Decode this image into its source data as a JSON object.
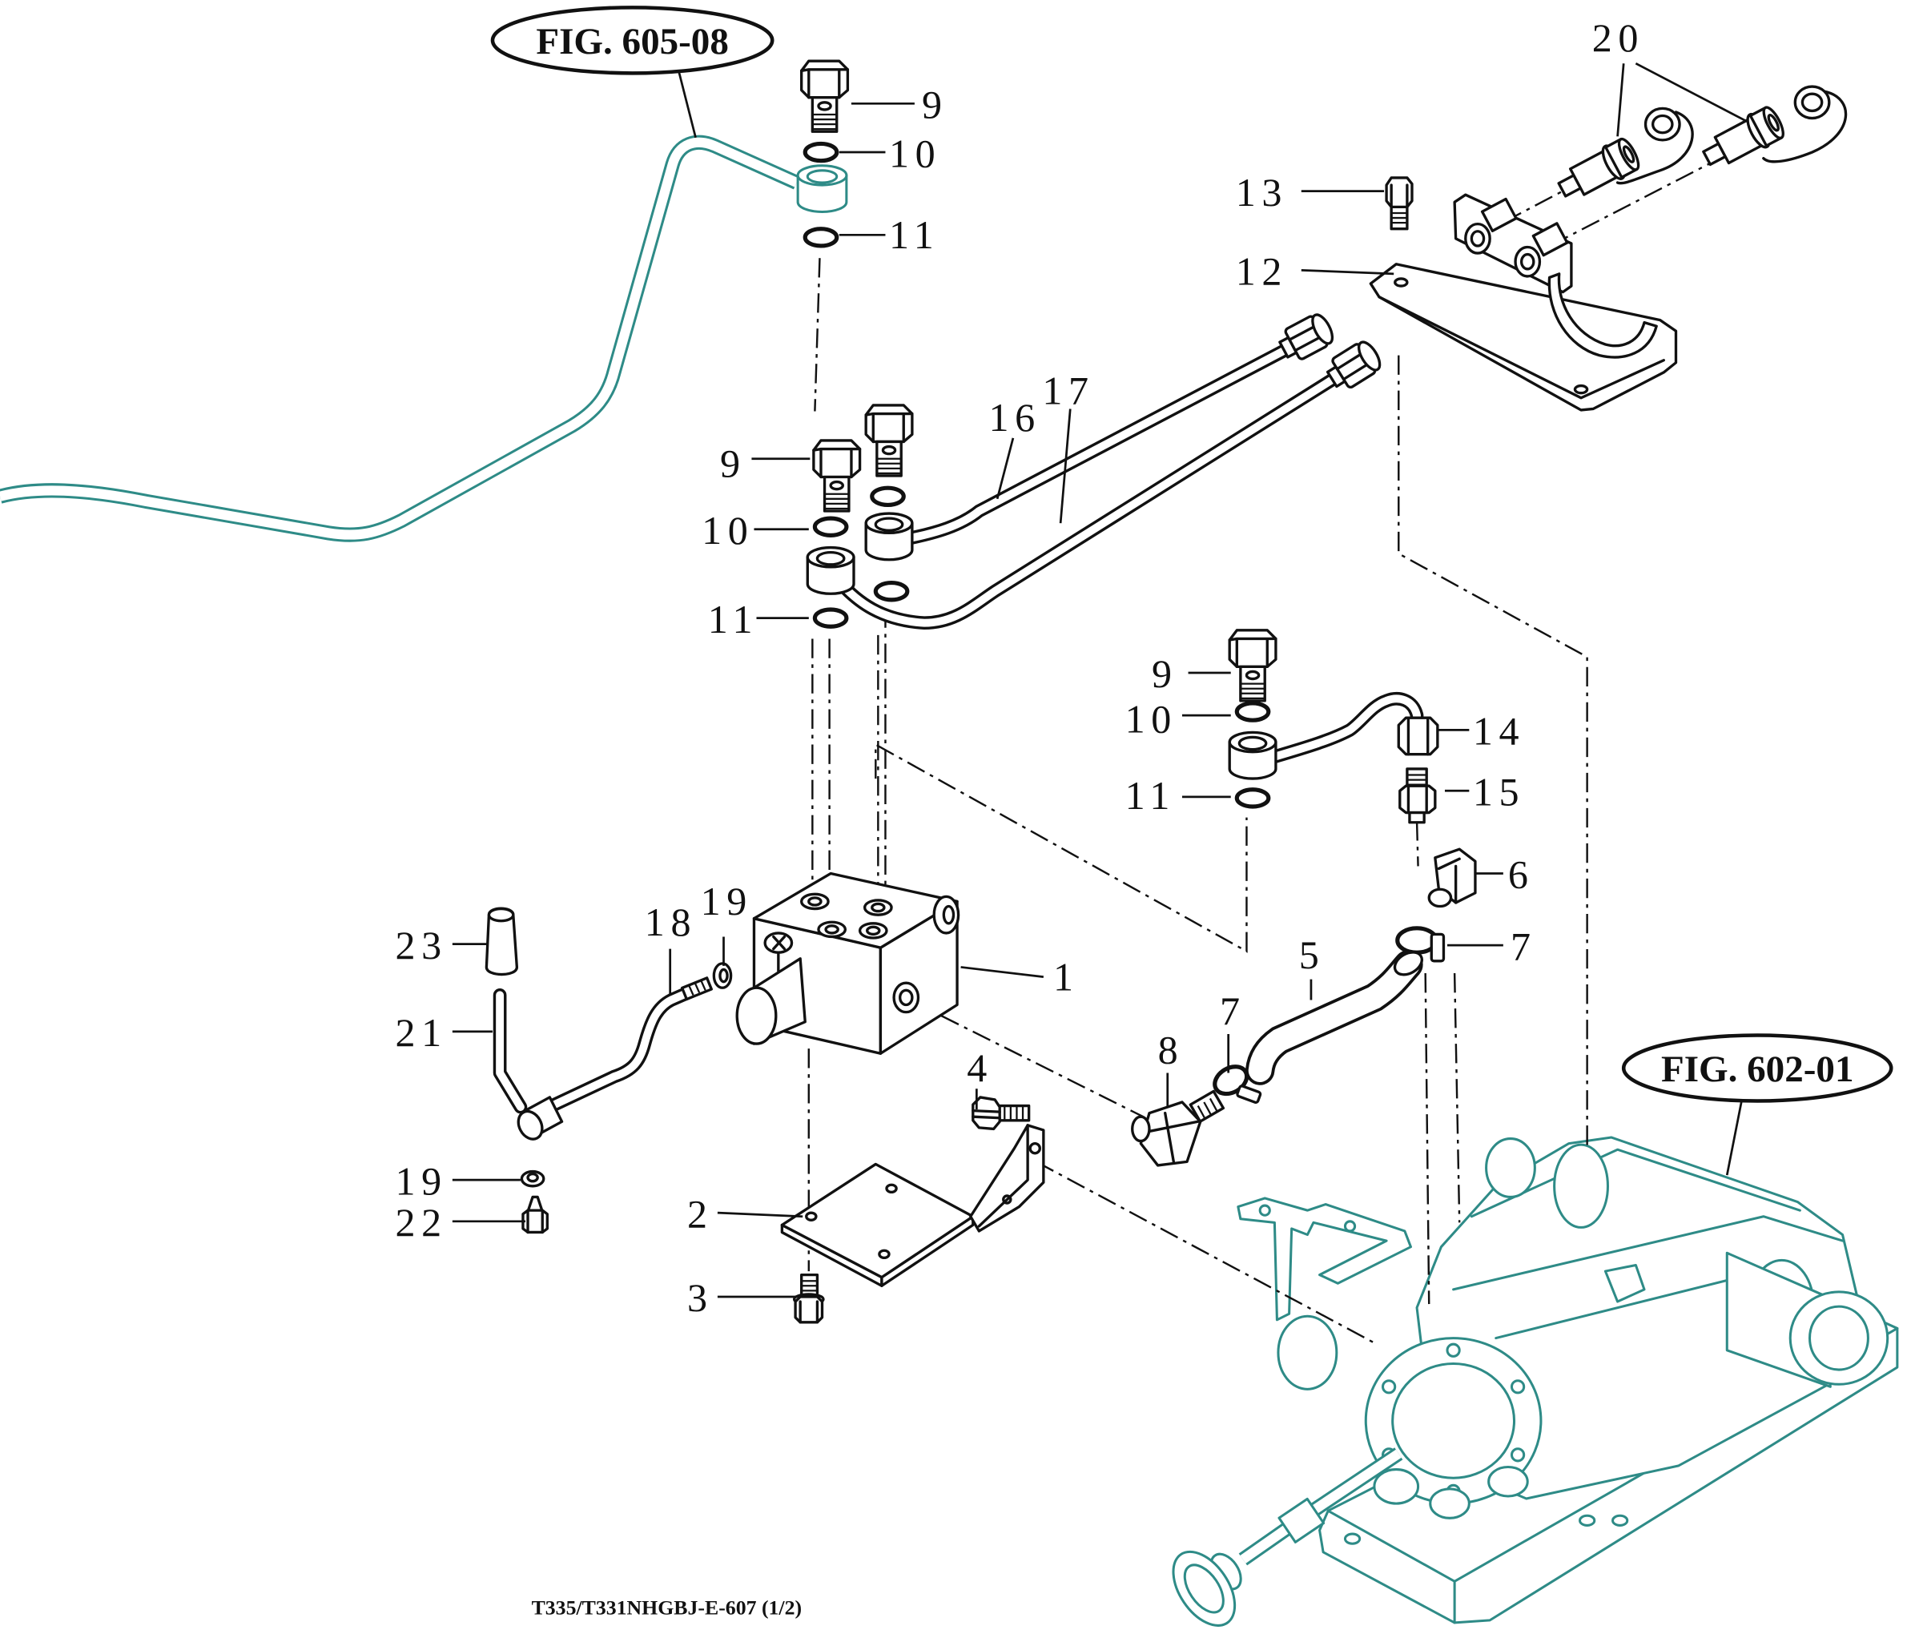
{
  "figure_references": [
    "FIG. 605-08",
    "FIG. 602-01"
  ],
  "callouts": [
    "9",
    "10",
    "11",
    "20",
    "13",
    "12",
    "16",
    "17",
    "9",
    "10",
    "11",
    "9",
    "10",
    "11",
    "14",
    "15",
    "6",
    "7",
    "5",
    "7",
    "8",
    "1",
    "19",
    "18",
    "23",
    "21",
    "19",
    "22",
    "2",
    "3",
    "4"
  ],
  "footer": "T335/T331NHGBJ-E-607 (1/2)",
  "colors": {
    "line": "#111111",
    "reference_assembly": "#2e8b87",
    "background": "#ffffff"
  }
}
